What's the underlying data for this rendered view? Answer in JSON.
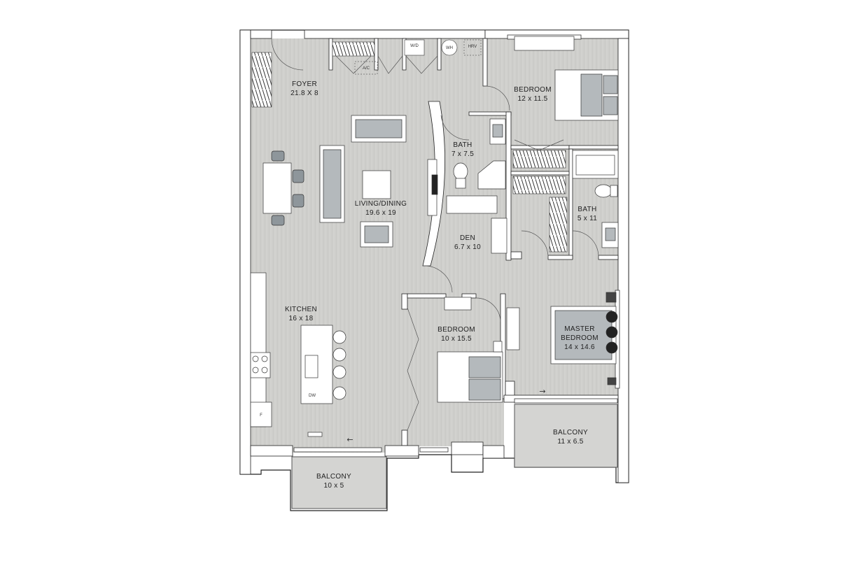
{
  "rooms": {
    "foyer": {
      "name": "FOYER",
      "size": "21.8 X 8"
    },
    "bedroom_ne": {
      "name": "BEDROOM",
      "size": "12 x 11.5"
    },
    "bath_center": {
      "name": "BATH",
      "size": "7 x 7.5"
    },
    "living": {
      "name": "LIVING/DINING",
      "size": "19.6 x 19"
    },
    "bath_east": {
      "name": "BATH",
      "size": "5 x 11"
    },
    "den": {
      "name": "DEN",
      "size": "6.7 x 10"
    },
    "kitchen": {
      "name": "KITCHEN",
      "size": "16 x 18"
    },
    "bedroom_s": {
      "name": "BEDROOM",
      "size": "10 x 15.5"
    },
    "master": {
      "name": "MASTER",
      "name2": "BEDROOM",
      "size": "14 x 14.6"
    },
    "balcony_e": {
      "name": "BALCONY",
      "size": "11 x 6.5"
    },
    "balcony_s": {
      "name": "BALCONY",
      "size": "10 x 5"
    }
  },
  "fixtures": {
    "washer_dryer": "W/D",
    "water_heater": "WH",
    "hrv": "HRV",
    "ac": "A/C",
    "dishwasher": "DW",
    "fridge": "F"
  },
  "arrows": {
    "kitchen_balcony": "←",
    "master_balcony": "→"
  },
  "colors": {
    "floor": "#cfcfcc",
    "wall": "#ffffff",
    "wall_outline": "#222222",
    "furniture": "#b4b9bc",
    "balcony": "#d4d4d2"
  }
}
